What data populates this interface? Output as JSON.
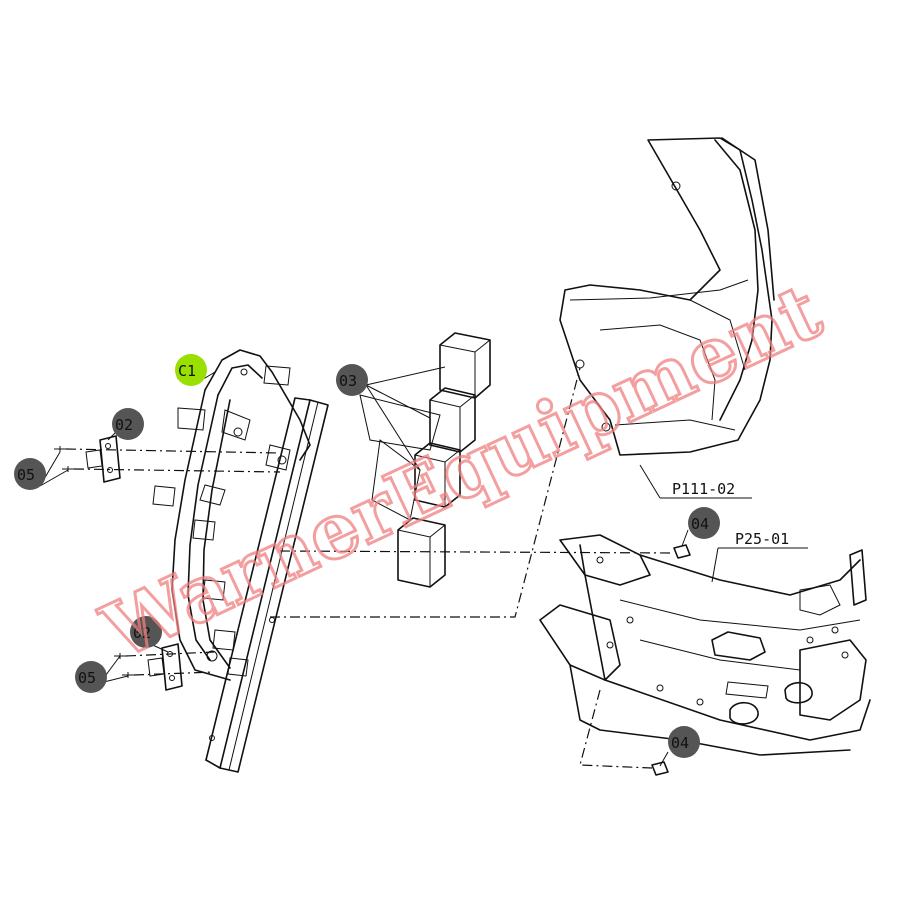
{
  "callouts": [
    {
      "id": "c1",
      "text": "C1",
      "highlight": true
    },
    {
      "id": "02a",
      "text": "02"
    },
    {
      "id": "02b",
      "text": "02"
    },
    {
      "id": "03",
      "text": "03"
    },
    {
      "id": "04a",
      "text": "04"
    },
    {
      "id": "04b",
      "text": "04"
    },
    {
      "id": "05a",
      "text": "05"
    },
    {
      "id": "05b",
      "text": "05"
    }
  ],
  "references": [
    {
      "id": "p111",
      "text": "P111-02"
    },
    {
      "id": "p25",
      "text": "P25-01"
    }
  ],
  "watermark": {
    "text": "WarnerEquipment"
  },
  "colors": {
    "callout_fill": "#555555",
    "highlight_fill": "#99e000",
    "line": "#111111",
    "watermark": "#f08080"
  }
}
